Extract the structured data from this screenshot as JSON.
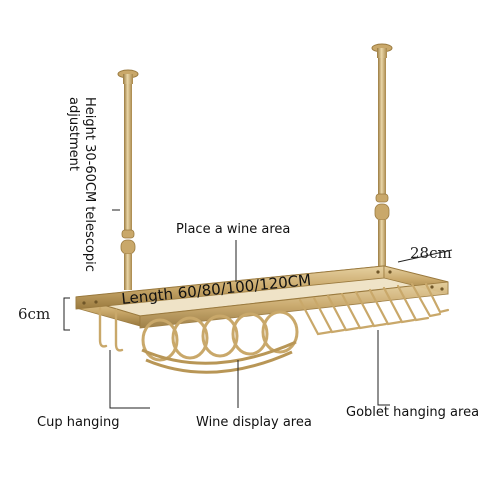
{
  "annotations": {
    "height_line1": "Height 30-60CM telescopic",
    "height_line2": "adjustment",
    "place_wine_area": "Place a wine area",
    "depth": "28cm",
    "length": "Length 60/80/100/120CM",
    "thickness": "6cm",
    "cup_hanging": "Cup hanging",
    "wine_display_area": "Wine display area",
    "goblet_hanging_area": "Goblet hanging area"
  },
  "colors": {
    "background": "#ffffff",
    "metal": "#c9a86a",
    "metal_dark": "#9a7a3f",
    "metal_light": "#ead7a8",
    "leader_line": "#222222"
  }
}
